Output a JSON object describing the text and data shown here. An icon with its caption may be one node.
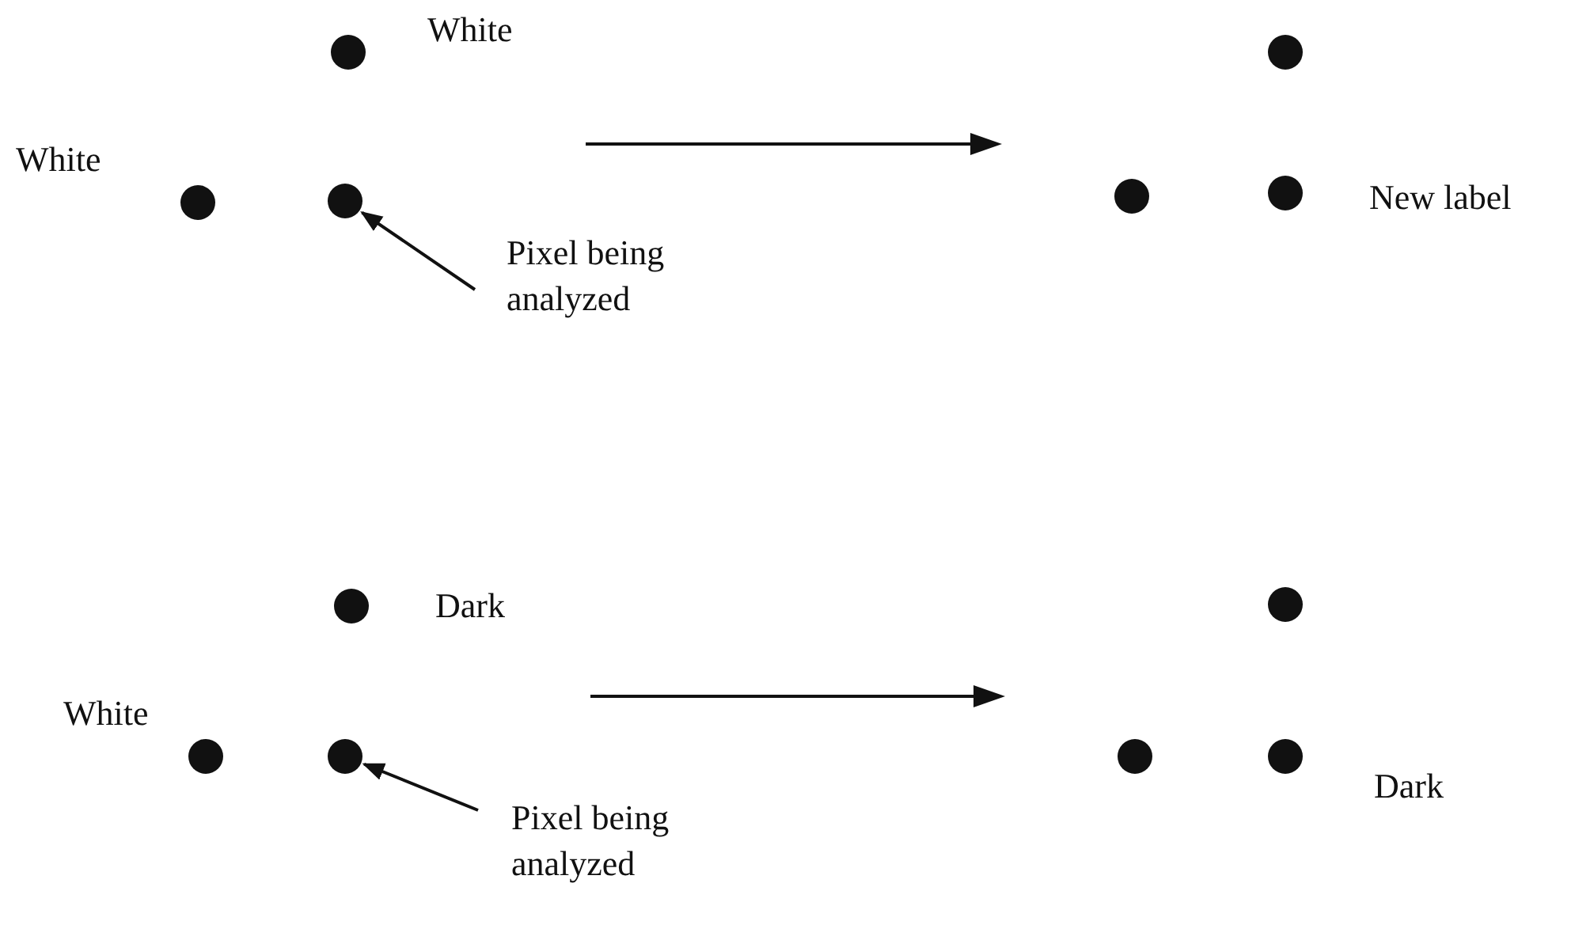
{
  "diagram": {
    "nodes": [
      {
        "text": [],
        "shape": "circle",
        "beside": [
          "White"
        ]
      },
      {
        "text": [],
        "shape": "circle"
      },
      {
        "text": [],
        "shape": "circle",
        "beside": [
          "White"
        ]
      },
      {
        "text": [],
        "shape": "circle"
      },
      {
        "text": [],
        "shape": "circle"
      },
      {
        "text": [],
        "shape": "circle",
        "beside": [
          "New label"
        ]
      },
      {
        "text": [
          "Pixel being analyzed"
        ]
      },
      {
        "text": [],
        "shape": "circle",
        "beside": [
          "Dark"
        ]
      },
      {
        "text": [],
        "shape": "circle"
      },
      {
        "text": [],
        "shape": "circle",
        "beside": [
          "White"
        ]
      },
      {
        "text": [],
        "shape": "circle"
      },
      {
        "text": [],
        "shape": "circle"
      },
      {
        "text": [],
        "shape": "circle",
        "beside": [
          "Dark"
        ]
      },
      {
        "text": [
          "Pixel being analyzed"
        ]
      }
    ],
    "edges": [
      {
        "from": 6,
        "to": 3,
        "arrow": "to"
      },
      {
        "from": 13,
        "to": 10,
        "arrow": "to"
      }
    ]
  }
}
